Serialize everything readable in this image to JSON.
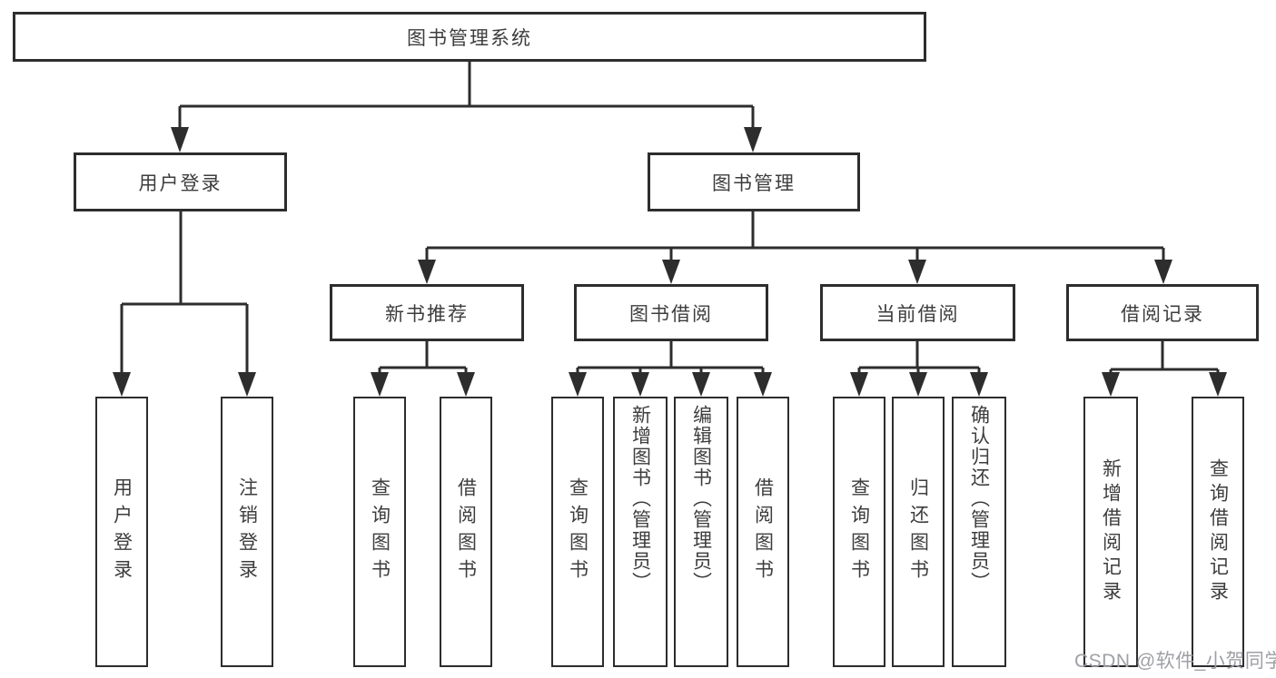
{
  "diagram": {
    "title": "图书管理系统",
    "root": {
      "label": "图书管理系统"
    },
    "level2": [
      {
        "label": "用户登录"
      },
      {
        "label": "图书管理"
      }
    ],
    "level3": [
      {
        "label": "新书推荐"
      },
      {
        "label": "图书借阅"
      },
      {
        "label": "当前借阅"
      },
      {
        "label": "借阅记录"
      }
    ],
    "leaves": [
      {
        "label": "用户登录",
        "parent": "用户登录"
      },
      {
        "label": "注销登录",
        "parent": "用户登录"
      },
      {
        "label": "查询图书",
        "parent": "新书推荐"
      },
      {
        "label": "借阅图书",
        "parent": "新书推荐"
      },
      {
        "label": "查询图书",
        "parent": "图书借阅"
      },
      {
        "label": "新增图书（管理员）",
        "parent": "图书借阅"
      },
      {
        "label": "编辑图书（管理员）",
        "parent": "图书借阅"
      },
      {
        "label": "借阅图书",
        "parent": "图书借阅"
      },
      {
        "label": "查询图书",
        "parent": "当前借阅"
      },
      {
        "label": "归还图书",
        "parent": "当前借阅"
      },
      {
        "label": "确认归还（管理员）",
        "parent": "当前借阅"
      },
      {
        "label": "新增借阅记录",
        "parent": "借阅记录"
      },
      {
        "label": "查询借阅记录",
        "parent": "借阅记录"
      }
    ]
  },
  "watermark": {
    "text": "CSDN @软件_小贺同学"
  },
  "colors": {
    "line": "#2d2d2d",
    "border": "#2d2d2d",
    "text": "#3d3d3d",
    "background": "#ffffff",
    "watermark": "#9fa0a6"
  }
}
